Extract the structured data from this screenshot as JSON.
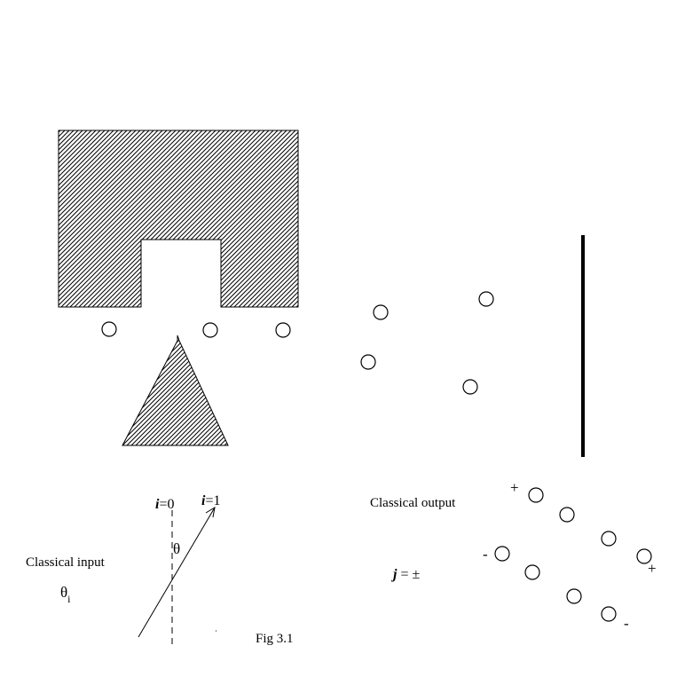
{
  "labels": {
    "classical_input": "Classical input",
    "classical_output": "Classical output",
    "fig_caption": "Fig 3.1",
    "i_symbol": "i",
    "i_zero_value": "=0",
    "i_one_value": "=1",
    "theta": "θ",
    "theta_i_theta": "θ",
    "theta_i_sub": "i",
    "j_symbol": "j",
    "j_value": " = ±",
    "plus_top": "+",
    "plus_right": "+",
    "minus_left": "-",
    "minus_bottom": "-"
  },
  "colors": {
    "ink": "#000000",
    "paper": "#ffffff"
  }
}
